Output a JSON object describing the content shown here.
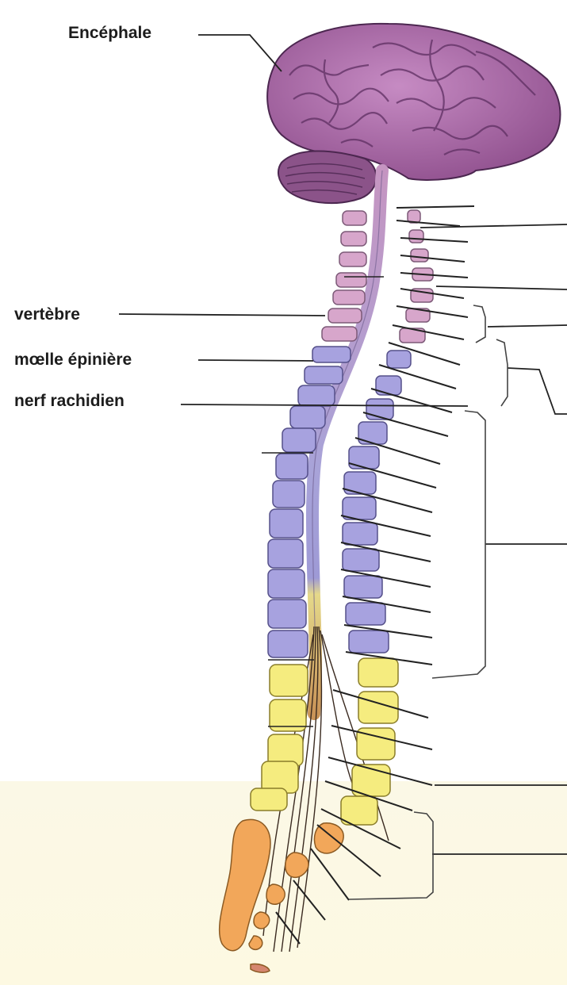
{
  "labels": {
    "brain": "Encéphale",
    "vertebra": "vertèbre",
    "spinal_cord": "mœlle épinière",
    "spinal_nerve": "nerf rachidien"
  },
  "colors": {
    "brain": "#a96ba6",
    "brain_dark": "#6b3a6e",
    "cervical": "#d7a6cb",
    "thoracic": "#a7a2df",
    "lumbar": "#f5ec7f",
    "sacral": "#f2a75a",
    "cord": "#b58fbf",
    "nerve": "#222222",
    "leader": "#222222"
  }
}
